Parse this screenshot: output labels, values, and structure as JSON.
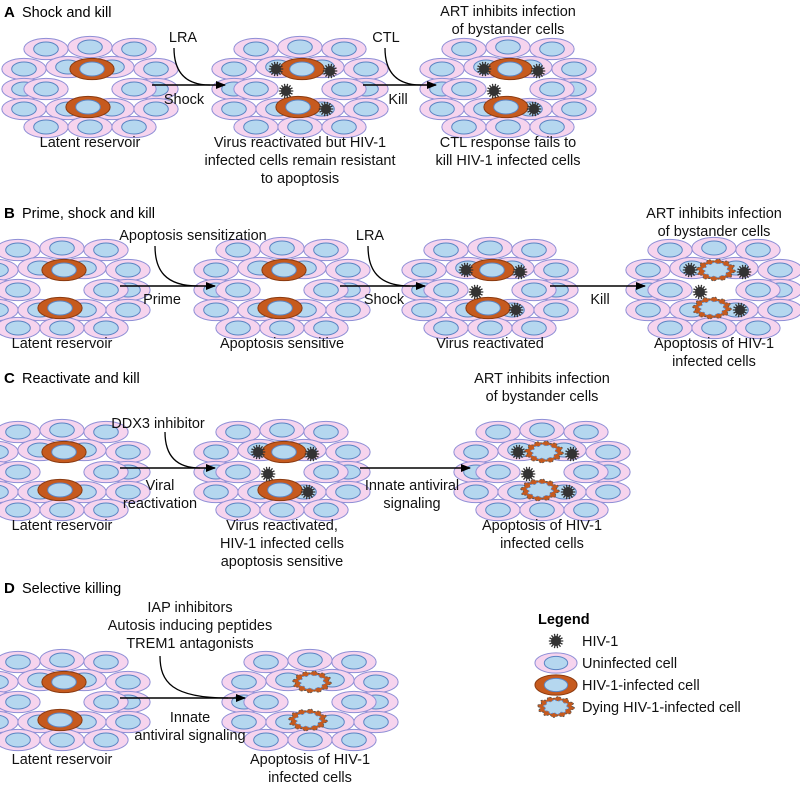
{
  "colors": {
    "cell_fill": "#f6d4ee",
    "cell_stroke": "#8f8fd6",
    "nucleus_fill": "#b5d7ef",
    "nucleus_stroke": "#5c84c3",
    "infected": "#c65a1e",
    "virus": "#333333"
  },
  "panels": [
    {
      "letter": "A",
      "title": "Shock and kill",
      "clusters": [
        {
          "state": "latent",
          "caption": [
            "Latent reservoir"
          ],
          "top_caption": []
        },
        {
          "state": "reactivated",
          "caption": [
            "Virus reactivated but HIV-1",
            "infected cells remain resistant",
            "to apoptosis"
          ],
          "top_caption": []
        },
        {
          "state": "reactivated",
          "caption": [
            "CTL response fails to",
            "kill HIV-1 infected cells"
          ],
          "top_caption": [
            "ART inhibits infection",
            "of bystander cells"
          ]
        }
      ],
      "arrows": [
        {
          "label": "Shock",
          "agent": [
            "LRA"
          ]
        },
        {
          "label": "Kill",
          "agent": [
            "CTL"
          ]
        }
      ]
    },
    {
      "letter": "B",
      "title": "Prime, shock and kill",
      "clusters": [
        {
          "state": "latent",
          "caption": [
            "Latent reservoir"
          ],
          "top_caption": []
        },
        {
          "state": "latent",
          "caption": [
            "Apoptosis sensitive"
          ],
          "top_caption": []
        },
        {
          "state": "reactivated",
          "caption": [
            "Virus reactivated"
          ],
          "top_caption": []
        },
        {
          "state": "dying",
          "caption": [
            "Apoptosis of HIV-1",
            "infected cells"
          ],
          "top_caption": [
            "ART inhibits infection",
            "of bystander cells"
          ]
        }
      ],
      "arrows": [
        {
          "label": "Prime",
          "agent": [
            "Apoptosis sensitization"
          ]
        },
        {
          "label": "Shock",
          "agent": [
            "LRA"
          ]
        },
        {
          "label": "Kill",
          "agent": []
        }
      ]
    },
    {
      "letter": "C",
      "title": "Reactivate and kill",
      "clusters": [
        {
          "state": "latent",
          "caption": [
            "Latent reservoir"
          ],
          "top_caption": []
        },
        {
          "state": "reactivated",
          "caption": [
            "Virus reactivated,",
            "HIV-1 infected cells",
            "apoptosis sensitive"
          ],
          "top_caption": []
        },
        {
          "state": "dying",
          "caption": [
            "Apoptosis of HIV-1",
            "infected cells"
          ],
          "top_caption": [
            "ART inhibits infection",
            "of bystander cells"
          ]
        }
      ],
      "arrows": [
        {
          "label": [
            "Viral",
            "reactivation"
          ],
          "agent": [
            "DDX3 inhibitor"
          ]
        },
        {
          "label": [
            "Innate antiviral",
            "signaling"
          ],
          "agent": []
        }
      ]
    },
    {
      "letter": "D",
      "title": "Selective killing",
      "clusters": [
        {
          "state": "latent",
          "caption": [
            "Latent reservoir"
          ],
          "top_caption": []
        },
        {
          "state": "dying_no_virus",
          "caption": [
            "Apoptosis of HIV-1",
            "infected cells"
          ],
          "top_caption": []
        }
      ],
      "arrows": [
        {
          "label": [
            "Innate",
            "antiviral signaling"
          ],
          "agent": [
            "IAP inhibitors",
            "Autosis inducing peptides",
            "TREM1 antagonists"
          ]
        }
      ]
    }
  ],
  "legend": {
    "title": "Legend",
    "items": [
      {
        "icon": "virus",
        "label": "HIV-1"
      },
      {
        "icon": "uninfected",
        "label": "Uninfected cell"
      },
      {
        "icon": "infected",
        "label": "HIV-1-infected cell"
      },
      {
        "icon": "dying",
        "label": "Dying HIV-1-infected cell"
      }
    ]
  }
}
